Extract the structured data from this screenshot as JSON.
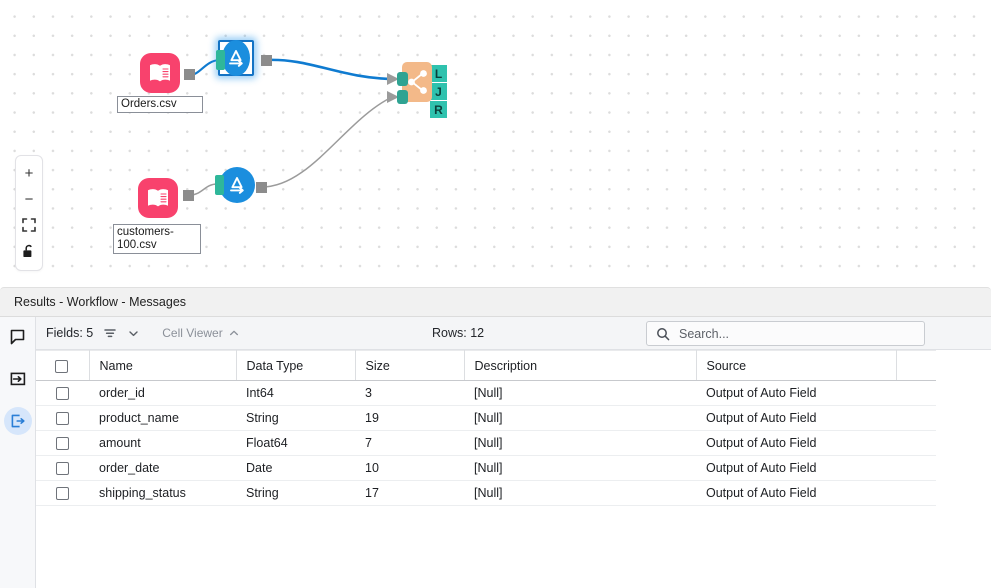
{
  "canvas": {
    "zoom_toolbar": {
      "zoom_in_label": "+",
      "zoom_out_label": "−",
      "fit_icon": "fit-to-screen-icon",
      "lock_icon": "unlock-icon"
    },
    "nodes": [
      {
        "id": "orders-input",
        "type": "input-data",
        "icon": "book-file-icon",
        "label": "Orders.csv",
        "color": "#f8426d"
      },
      {
        "id": "customers-input",
        "type": "input-data",
        "icon": "book-file-icon",
        "label": "customers-\n100.csv",
        "color": "#f8426d"
      },
      {
        "id": "autofield-1",
        "type": "auto-field",
        "icon": "auto-field-icon",
        "label": "",
        "color": "#1b8ede",
        "selected": true
      },
      {
        "id": "autofield-2",
        "type": "auto-field",
        "icon": "auto-field-icon",
        "label": "",
        "color": "#1b8ede",
        "selected": false
      },
      {
        "id": "join-1",
        "type": "join",
        "icon": "join-icon",
        "label": "",
        "color": "#f3b989",
        "outputs": [
          "L",
          "J",
          "R"
        ]
      }
    ]
  },
  "results": {
    "header_title": "Results - Workflow - Messages",
    "rail_icons": [
      {
        "name": "messages-icon",
        "active": false
      },
      {
        "name": "input-data-icon",
        "active": false
      },
      {
        "name": "output-data-icon",
        "active": true
      }
    ],
    "toolbar": {
      "fields_label": "Fields: 5",
      "filter_icon": "filter-icon",
      "chevron_icon": "chevron-down-icon",
      "cell_viewer_label": "Cell Viewer",
      "cell_viewer_chevron": "chevron-up-icon",
      "rows_label": "Rows: 12",
      "search_placeholder": "Search...",
      "search_icon": "search-icon",
      "search_value": ""
    },
    "table": {
      "columns": [
        "",
        "Name",
        "Data Type",
        "Size",
        "Description",
        "Source",
        ""
      ],
      "rows": [
        {
          "name": "order_id",
          "data_type": "Int64",
          "size": "3",
          "description": "[Null]",
          "source": "Output of Auto Field"
        },
        {
          "name": "product_name",
          "data_type": "String",
          "size": "19",
          "description": "[Null]",
          "source": "Output of Auto Field"
        },
        {
          "name": "amount",
          "data_type": "Float64",
          "size": "7",
          "description": "[Null]",
          "source": "Output of Auto Field"
        },
        {
          "name": "order_date",
          "data_type": "Date",
          "size": "10",
          "description": "[Null]",
          "source": "Output of Auto Field"
        },
        {
          "name": "shipping_status",
          "data_type": "String",
          "size": "17",
          "description": "[Null]",
          "source": "Output of Auto Field"
        }
      ]
    }
  },
  "colors": {
    "accent_blue": "#1b8ede",
    "wire_selected": "#0f7bd0",
    "wire_default": "#9b9b9b",
    "input_pink": "#f8426d",
    "join_orange": "#f3b989",
    "port_teal": "#2fc2ae"
  }
}
